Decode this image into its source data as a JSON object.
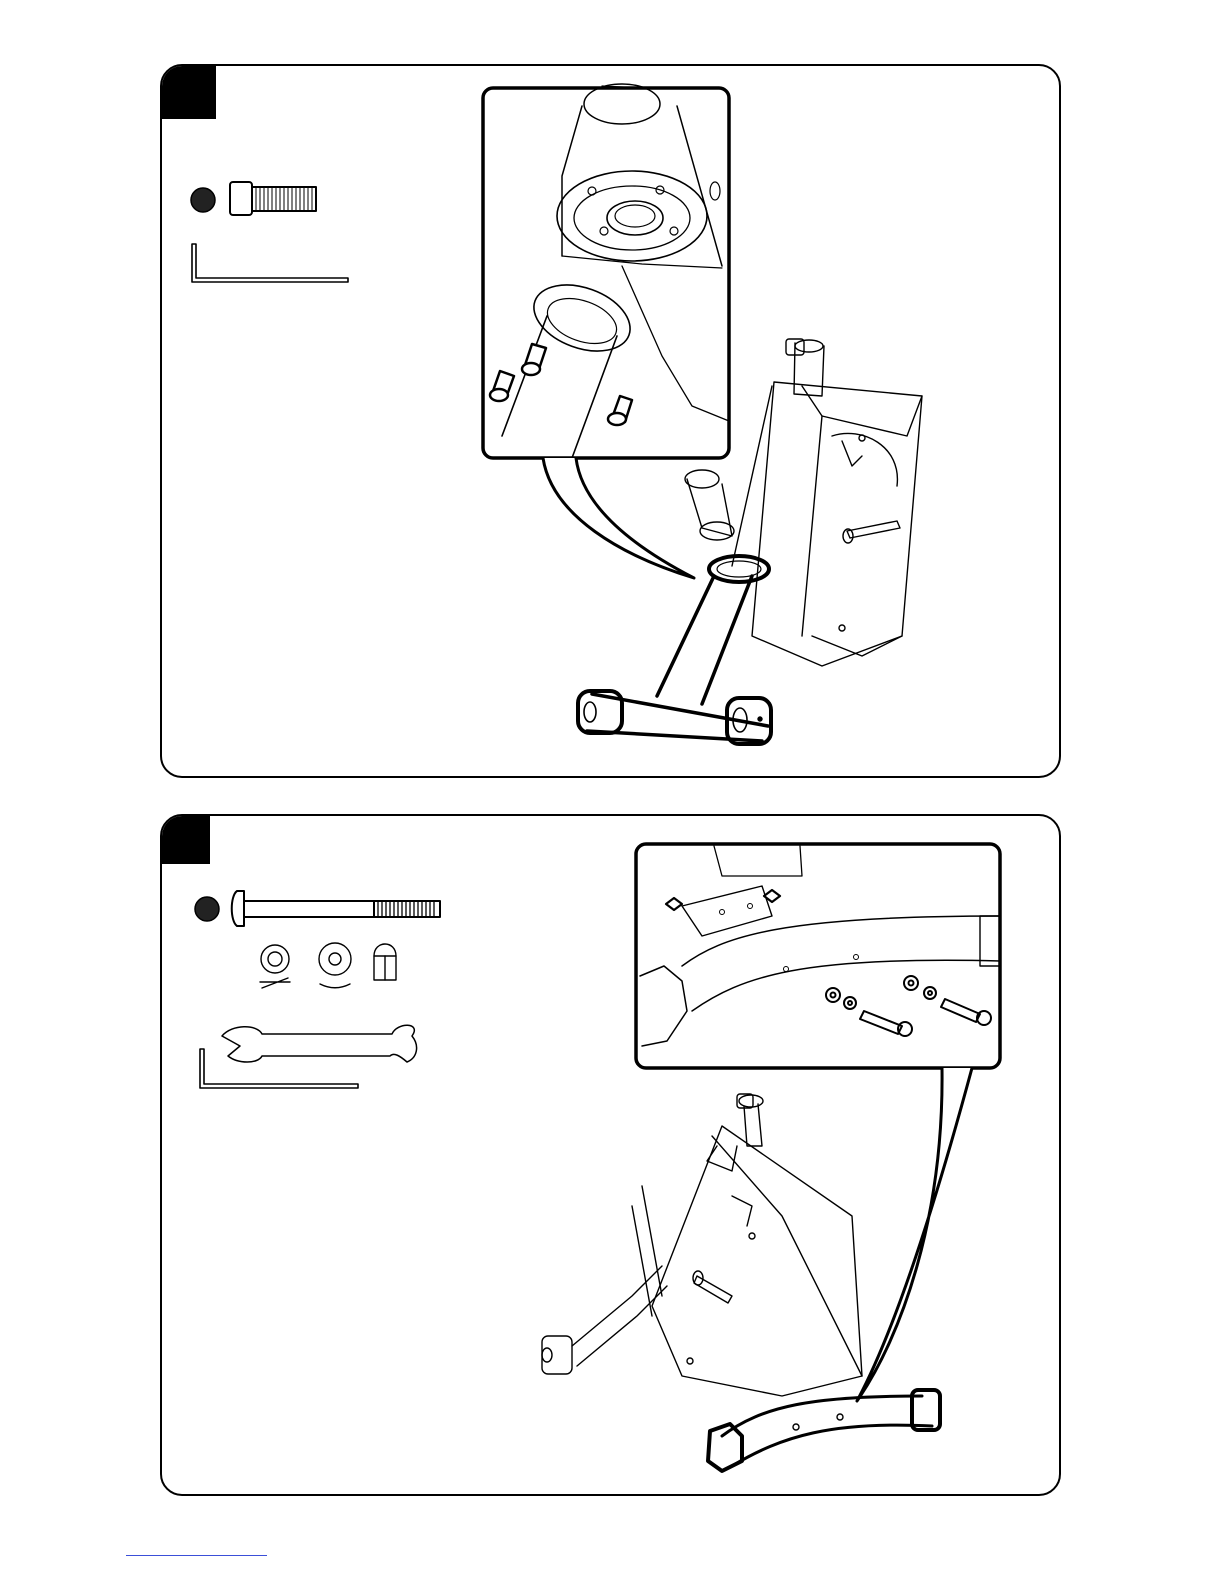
{
  "page": {
    "panels": [
      {
        "step_badge": "",
        "parts": [
          "hex-socket-bolt",
          "allen-key"
        ],
        "illustration": "upright-bike-front-stabilizer-assembly",
        "detail": "bolted-flange-closeup"
      },
      {
        "step_badge": "",
        "parts": [
          "carriage-bolt",
          "spring-washer",
          "curved-washer",
          "acorn-nut",
          "open-end-wrench",
          "allen-key"
        ],
        "illustration": "upright-bike-rear-stabilizer-assembly",
        "detail": "rear-stabilizer-bolt-closeup"
      }
    ],
    "colors": {
      "ink": "#000000",
      "paper": "#ffffff",
      "link": "#3b4fd8"
    }
  }
}
